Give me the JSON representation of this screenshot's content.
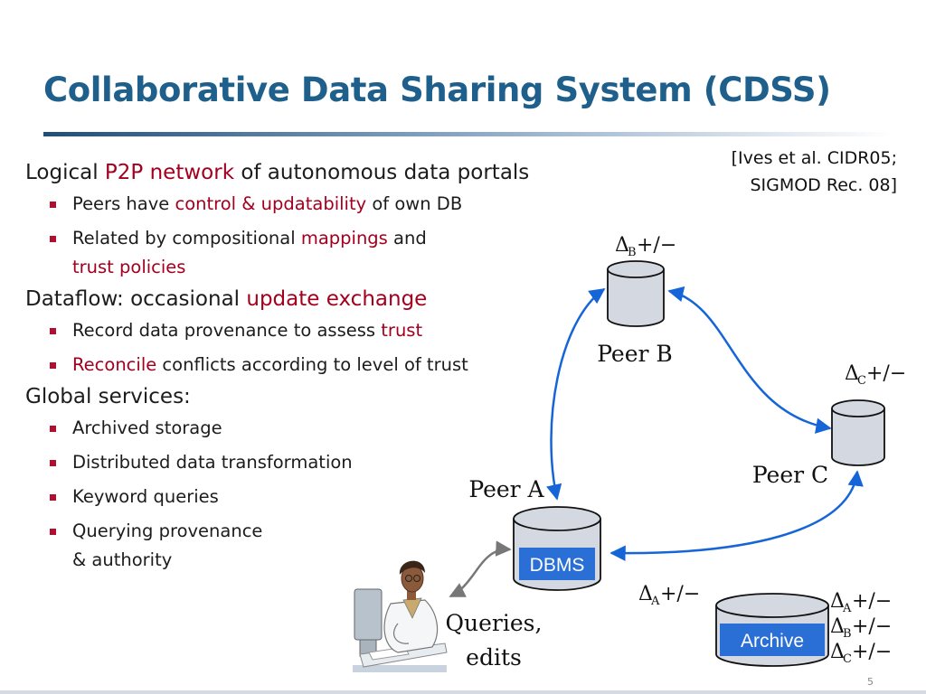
{
  "title": "Collaborative Data Sharing System (CDSS)",
  "citation": {
    "line1": "[Ives et al. CIDR05;",
    "line2": "SIGMOD Rec. 08]"
  },
  "bullets": {
    "b1": {
      "pre": "Logical ",
      "hl1": "P2P",
      "mid": " ",
      "hl2": "network",
      "post": " of autonomous data portals"
    },
    "b1_1": {
      "pre": "Peers have ",
      "hl": "control & updatability",
      "post": " of own DB"
    },
    "b1_2": {
      "pre": "Related by compositional ",
      "hl": "mappings",
      "post": " and",
      "hl2": "trust policies"
    },
    "b2": {
      "pre": "Dataflow: occasional ",
      "hl": "update exchange"
    },
    "b2_1": {
      "pre": "Record data provenance to assess ",
      "hl": "trust"
    },
    "b2_2": {
      "hl": "Reconcile",
      "post": " conflicts according to level of trust"
    },
    "b3": {
      "text": "Global services:"
    },
    "b3_items": [
      "Archived storage",
      "Distributed data transformation",
      "Keyword queries"
    ],
    "b3_4": {
      "line1": "Querying provenance",
      "line2": "& authority"
    }
  },
  "diagram": {
    "peer_a": "Peer A",
    "peer_b": "Peer B",
    "peer_c": "Peer C",
    "dbms": "DBMS",
    "archive": "Archive",
    "queries_line1": "Queries,",
    "queries_line2": "edits",
    "delta": "Δ",
    "update_suffix": "+/−",
    "sub_a": "A",
    "sub_b": "B",
    "sub_c": "C"
  },
  "colors": {
    "title": "#1f5f8b",
    "highlight": "#a3001f",
    "arrow": "#1565d8",
    "cylinder_fill": "#d4d8e0",
    "cylinder_blue": "#2a6fd6"
  },
  "page_number": "5"
}
